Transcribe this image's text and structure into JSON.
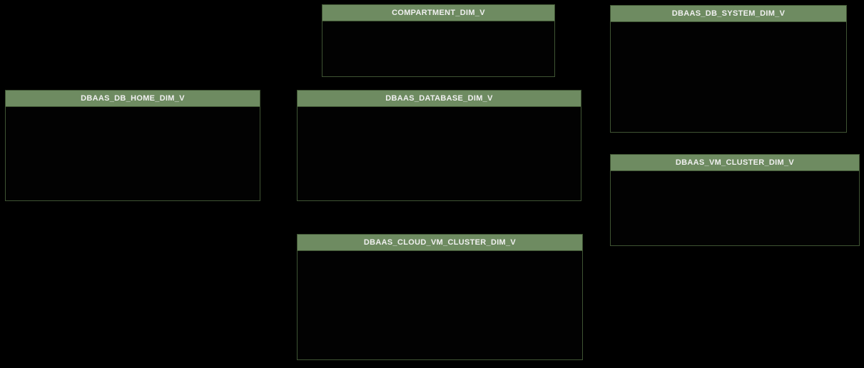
{
  "diagram": {
    "type": "database-schema-diagram",
    "tables": [
      {
        "name": "COMPARTMENT_DIM_V"
      },
      {
        "name": "DBAAS_DB_HOME_DIM_V"
      },
      {
        "name": "DBAAS_DATABASE_DIM_V"
      },
      {
        "name": "DBAAS_DB_SYSTEM_DIM_V"
      },
      {
        "name": "DBAAS_VM_CLUSTER_DIM_V"
      },
      {
        "name": "DBAAS_CLOUD_VM_CLUSTER_DIM_V"
      }
    ]
  },
  "colors": {
    "background": "#000000",
    "header-fill": "#6e8b61",
    "box-border": "#3f5433",
    "header-text": "#f0f0f0",
    "body-fill": "#020202"
  }
}
